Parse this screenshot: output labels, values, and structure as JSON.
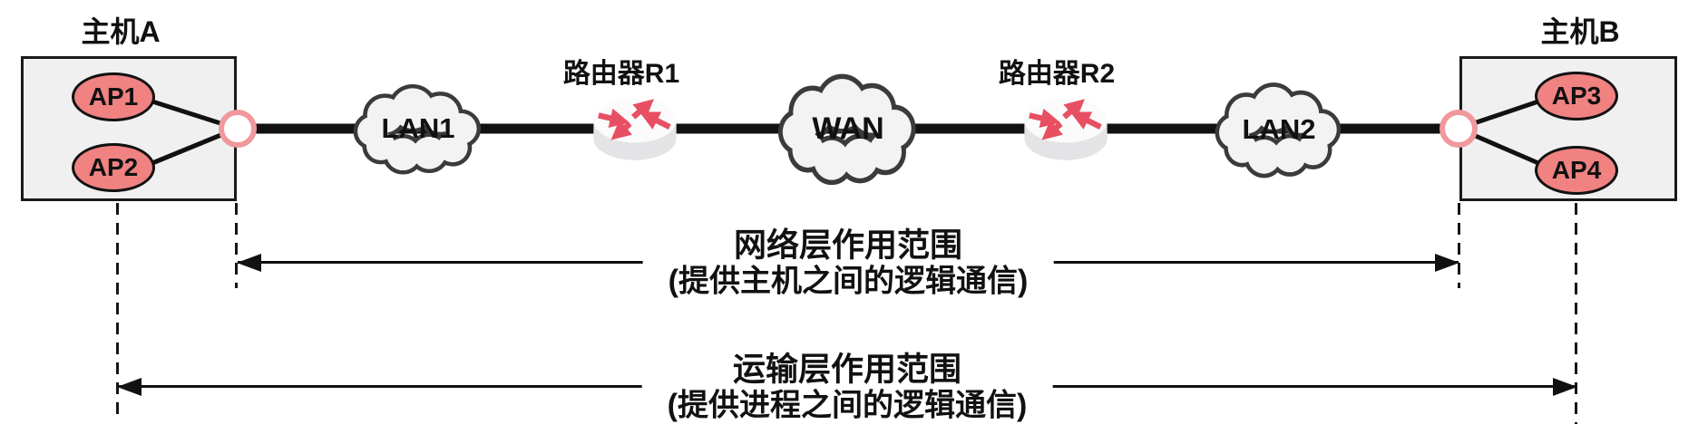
{
  "hosts": {
    "a": {
      "title": "主机A",
      "processes": [
        {
          "label": "AP1"
        },
        {
          "label": "AP2"
        }
      ]
    },
    "b": {
      "title": "主机B",
      "processes": [
        {
          "label": "AP3"
        },
        {
          "label": "AP4"
        }
      ]
    }
  },
  "networks": {
    "lan1": {
      "label": "LAN1"
    },
    "wan": {
      "label": "WAN"
    },
    "lan2": {
      "label": "LAN2"
    }
  },
  "routers": {
    "r1": {
      "label": "路由器R1"
    },
    "r2": {
      "label": "路由器R2"
    }
  },
  "spans": {
    "network_layer": {
      "title": "网络层作用范围",
      "subtitle": "(提供主机之间的逻辑通信)"
    },
    "transport_layer": {
      "title": "运输层作用范围",
      "subtitle": "(提供进程之间的逻辑通信)"
    }
  },
  "colors": {
    "process_fill": "#f08282",
    "host_box_fill": "#f0f0f0",
    "cloud_fill": "#f3f3f3",
    "cloud_stroke": "#3b3b3b",
    "outline": "#1a1a1a",
    "connector_ring": "#f0989c",
    "router_arrow": "#e84f62",
    "line": "#111111"
  }
}
